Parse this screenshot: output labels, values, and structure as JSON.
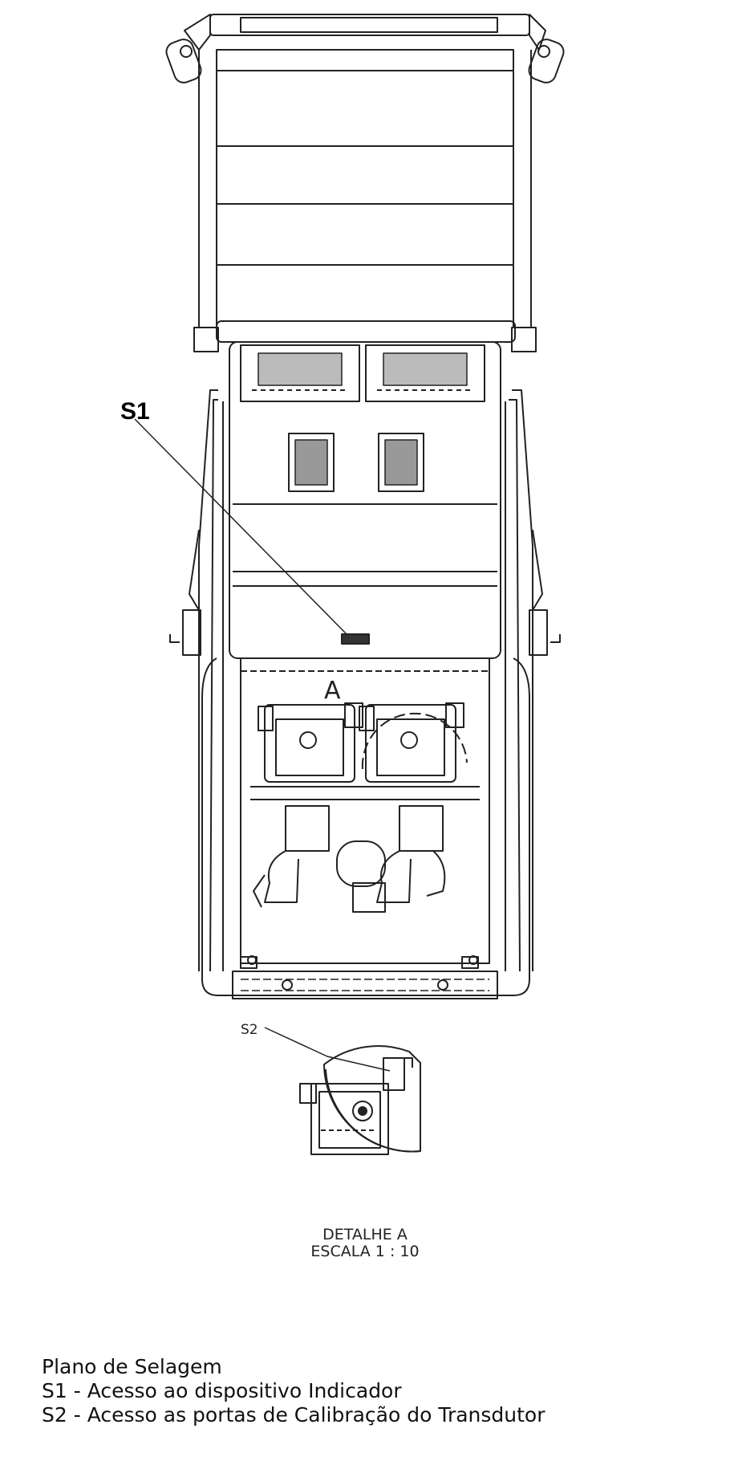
{
  "callouts": {
    "s1": "S1",
    "s2": "S2",
    "section_mark": "A"
  },
  "detail": {
    "title": "DETALHE A",
    "scale": "ESCALA 1 : 10"
  },
  "legend": {
    "title": "Plano de Selagem",
    "items": [
      "S1 - Acesso ao dispositivo Indicador",
      "S2 - Acesso as portas de Calibração do Transdutor"
    ]
  }
}
